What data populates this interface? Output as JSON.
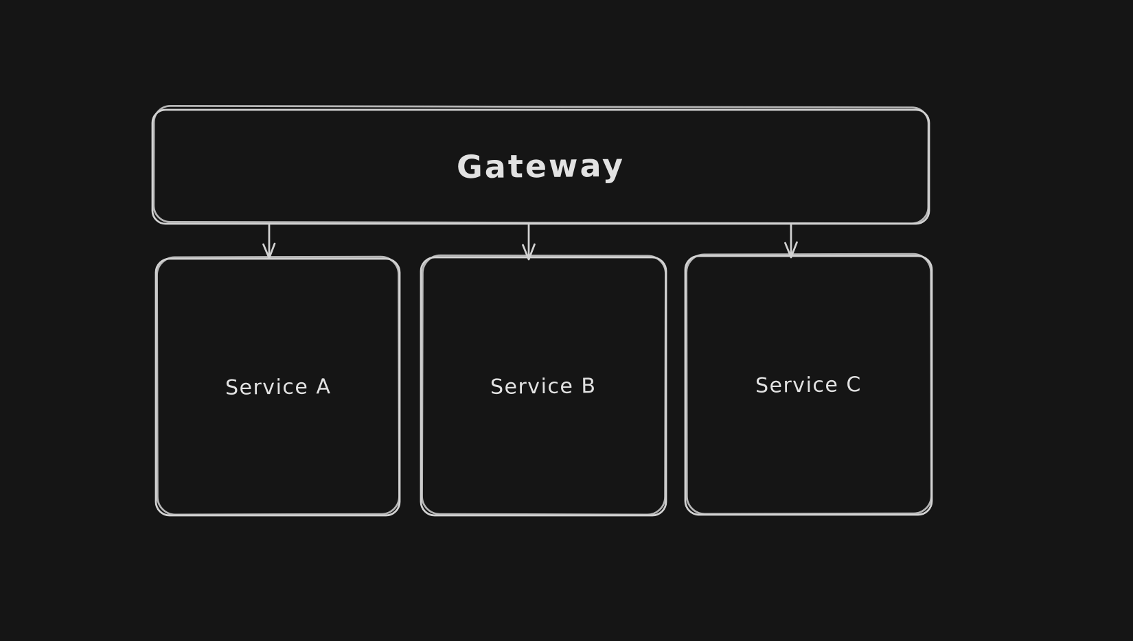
{
  "canvas": {
    "colors": {
      "background": "#151515",
      "stroke": "#d2d2d2",
      "text": "#e2e2e2"
    }
  },
  "diagram": {
    "gateway": {
      "label": "Gateway"
    },
    "services": [
      {
        "label": "Service A"
      },
      {
        "label": "Service B"
      },
      {
        "label": "Service C"
      }
    ],
    "connections": [
      {
        "from": "Gateway",
        "to": "Service A"
      },
      {
        "from": "Gateway",
        "to": "Service B"
      },
      {
        "from": "Gateway",
        "to": "Service C"
      }
    ]
  }
}
